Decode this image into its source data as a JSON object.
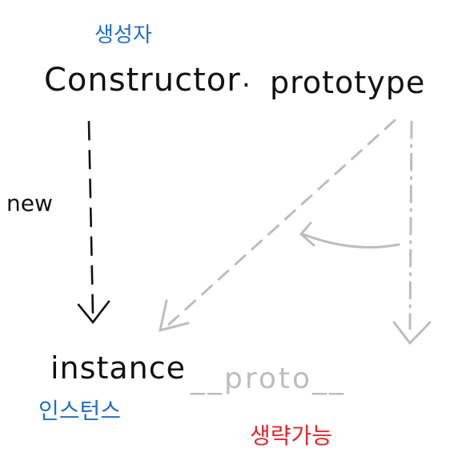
{
  "labels": {
    "constructor_kr": "생성자",
    "constructor": "Constructor",
    "dot": ".",
    "prototype": "prototype",
    "new": "new",
    "instance": "instance",
    "instance_kr": "인스턴스",
    "proto": "__proto__",
    "omittable_kr": "생략가능"
  },
  "colors": {
    "ink": "#111111",
    "blue": "#1f6fc5",
    "red": "#e3242b",
    "gray": "#bdbdbd",
    "background": "#ffffff"
  }
}
